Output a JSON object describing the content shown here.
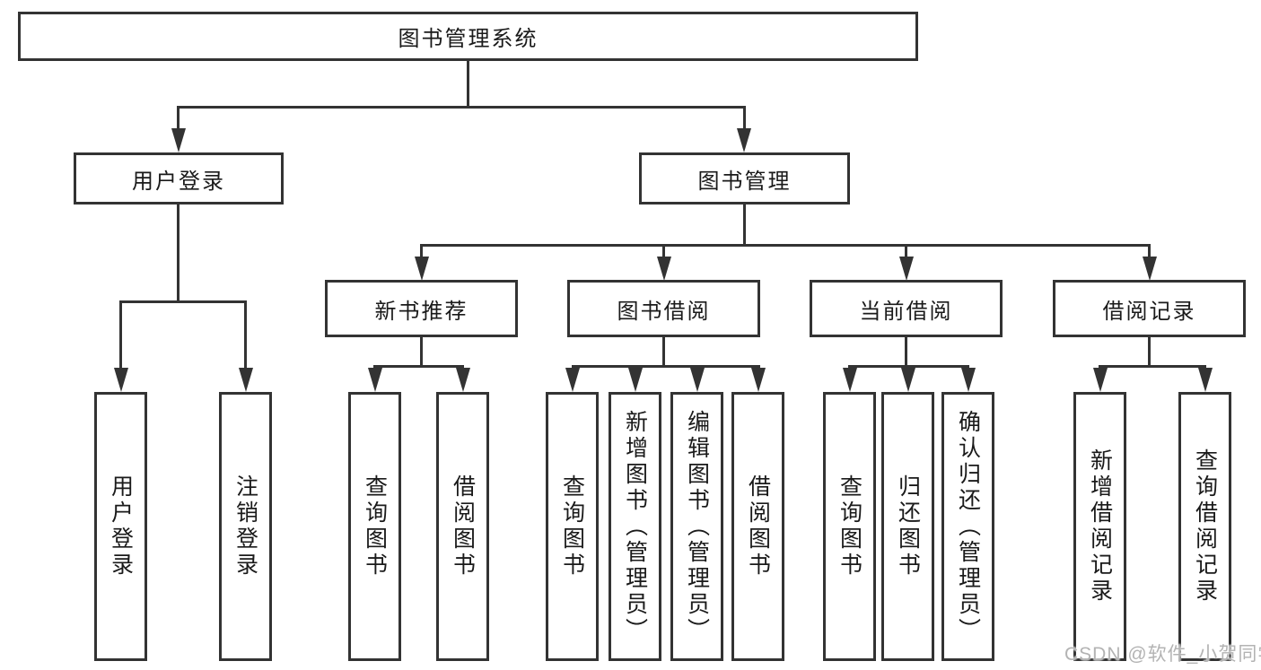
{
  "colors": {
    "line": "#333333",
    "box_border": "#333333",
    "box_fill": "#ffffff",
    "text": "#1a1a1a",
    "watermark_text": "#b3b3b3",
    "background": "#ffffff"
  },
  "tree": {
    "root": {
      "label": "图书管理系统"
    },
    "branches": [
      {
        "label": "用户登录",
        "children": [
          {
            "label": "用户登录"
          },
          {
            "label": "注销登录"
          }
        ]
      },
      {
        "label": "图书管理",
        "children": [
          {
            "label": "新书推荐",
            "children": [
              {
                "label": "查询图书"
              },
              {
                "label": "借阅图书"
              }
            ]
          },
          {
            "label": "图书借阅",
            "children": [
              {
                "label": "查询图书"
              },
              {
                "label": "新增图书（管理员）"
              },
              {
                "label": "编辑图书（管理员）"
              },
              {
                "label": "借阅图书"
              }
            ]
          },
          {
            "label": "当前借阅",
            "children": [
              {
                "label": "查询图书"
              },
              {
                "label": "归还图书"
              },
              {
                "label": "确认归还（管理员）"
              }
            ]
          },
          {
            "label": "借阅记录",
            "children": [
              {
                "label": "新增借阅记录"
              },
              {
                "label": "查询借阅记录"
              }
            ]
          }
        ]
      }
    ]
  },
  "watermark": "CSDN @软件_小贺同学"
}
